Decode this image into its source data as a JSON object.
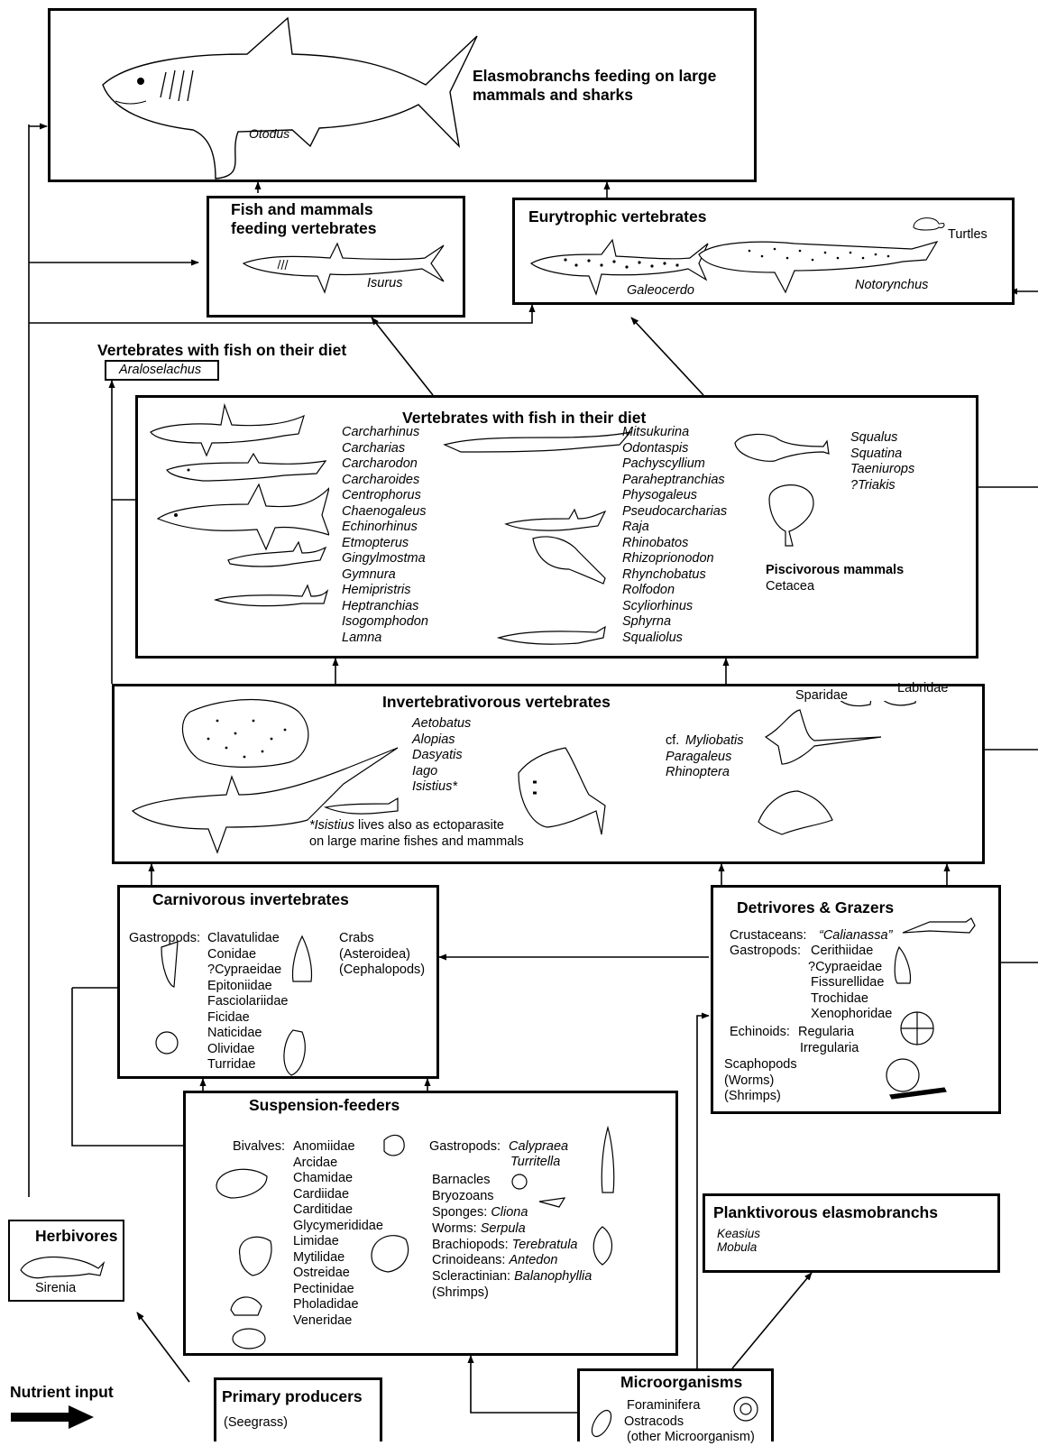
{
  "elasmo": {
    "title_1": "Elasmobranchs feeding on large",
    "title_2": "mammals and sharks",
    "otodus": "Otodus"
  },
  "fishmammal": {
    "title_1": "Fish and mammals",
    "title_2": "feeding vertebrates",
    "isurus": "Isurus"
  },
  "eury": {
    "title": "Eurytrophic vertebrates",
    "turtles": "Turtles",
    "galeocerdo": "Galeocerdo",
    "notorynchus": "Notorynchus"
  },
  "vertonfish": {
    "title": "Vertebrates with fish on their diet",
    "genus": "Araloselachus"
  },
  "vertfish": {
    "title": "Vertebrates with fish in their diet",
    "col1": [
      "Carcharhinus",
      "Carcharias",
      "Carcharodon",
      "Carcharoides",
      "Centrophorus",
      "Chaenogaleus",
      "Echinorhinus",
      "Etmopterus",
      "Gingylmostma",
      "Gymnura",
      "Hemipristris",
      "Heptranchias",
      "Isogomphodon",
      "Lamna"
    ],
    "col2": [
      "Mitsukurina",
      "Odontaspis",
      "Pachyscyllium",
      "Paraheptranchias",
      "Physogaleus",
      "Pseudocarcharias",
      "Raja",
      "Rhinobatos",
      "Rhizoprionodon",
      "Rhynchobatus",
      "Rolfodon",
      "Scyliorhinus",
      "Sphyrna",
      "Squaliolus"
    ],
    "col3": [
      "Squalus",
      "Squatina",
      "Taeniurops",
      "?Triakis"
    ],
    "pisc_title": "Piscivorous mammals",
    "pisc_item": "Cetacea"
  },
  "invert": {
    "title": "Invertebrativorous vertebrates",
    "sparidae": "Sparidae",
    "labridae": "Labridae",
    "list": [
      "Aetobatus",
      "Alopias",
      "Dasyatis",
      "Iago",
      "Isistius*"
    ],
    "cf": "cf.",
    "list2": [
      "Myliobatis",
      "Paragaleus",
      "Rhinoptera"
    ],
    "note_genus": "*Isistius",
    "note_1": " lives also as ectoparasite",
    "note_2": "on large marine fishes and mammals"
  },
  "carniv": {
    "title": "Carnivorous invertebrates",
    "gastro_label": "Gastropods:",
    "gastro": [
      "Clavatulidae",
      "Conidae",
      "?Cypraeidae",
      "Epitoniidae",
      "Fasciolariidae",
      "Ficidae",
      "Naticidae",
      "Olividae",
      "Turridae"
    ],
    "crabs": [
      "Crabs",
      "(Asteroidea)",
      "(Cephalopods)"
    ]
  },
  "detriv": {
    "title": "Detrivores & Grazers",
    "crust_label": "Crustaceans:",
    "crust": "“Calianassa”",
    "gastro_label": "Gastropods:",
    "gastro": [
      "Cerithiidae",
      "?Cypraeidae",
      "Fissurellidae",
      "Trochidae",
      "Xenophoridae"
    ],
    "echin_label": "Echinoids:",
    "echin": [
      "Regularia",
      "Irregularia"
    ],
    "others": [
      "Scaphopods",
      "(Worms)",
      "(Shrimps)"
    ]
  },
  "susp": {
    "title": "Suspension-feeders",
    "biv_label": "Bivalves:",
    "bivalves": [
      "Anomiidae",
      "Arcidae",
      "Chamidae",
      "Cardiidae",
      "Carditidae",
      "Glycymerididae",
      "Limidae",
      "Mytilidae",
      "Ostreidae",
      "Pectinidae",
      "Pholadidae",
      "Veneridae"
    ],
    "gastro_label": "Gastropods:",
    "gastro": [
      "Calypraea",
      "Turritella"
    ],
    "barnacles": "Barnacles",
    "bryozoans": "Bryozoans",
    "sponges_label": "Sponges:",
    "sponges": "Cliona",
    "worms_label": "Worms:",
    "worms": "Serpula",
    "brachio_label": "Brachiopods:",
    "brachio": "Terebratula",
    "crinoid_label": "Crinoideans:",
    "crinoid": "Antedon",
    "sclera_label": "Scleractinian:",
    "sclera": "Balanophyllia",
    "shrimps": "(Shrimps)"
  },
  "plankt": {
    "title": "Planktivorous elasmobranchs",
    "list": [
      "Keasius",
      "Mobula"
    ]
  },
  "herb": {
    "title": "Herbivores",
    "sirenia": "Sirenia"
  },
  "nutrient": "Nutrient input",
  "primary": {
    "title": "Primary producers",
    "sub": "(Seegrass)"
  },
  "micro": {
    "title": "Microorganisms",
    "list": [
      "Foraminifera",
      "Ostracods",
      "(other Microorganism)"
    ]
  }
}
